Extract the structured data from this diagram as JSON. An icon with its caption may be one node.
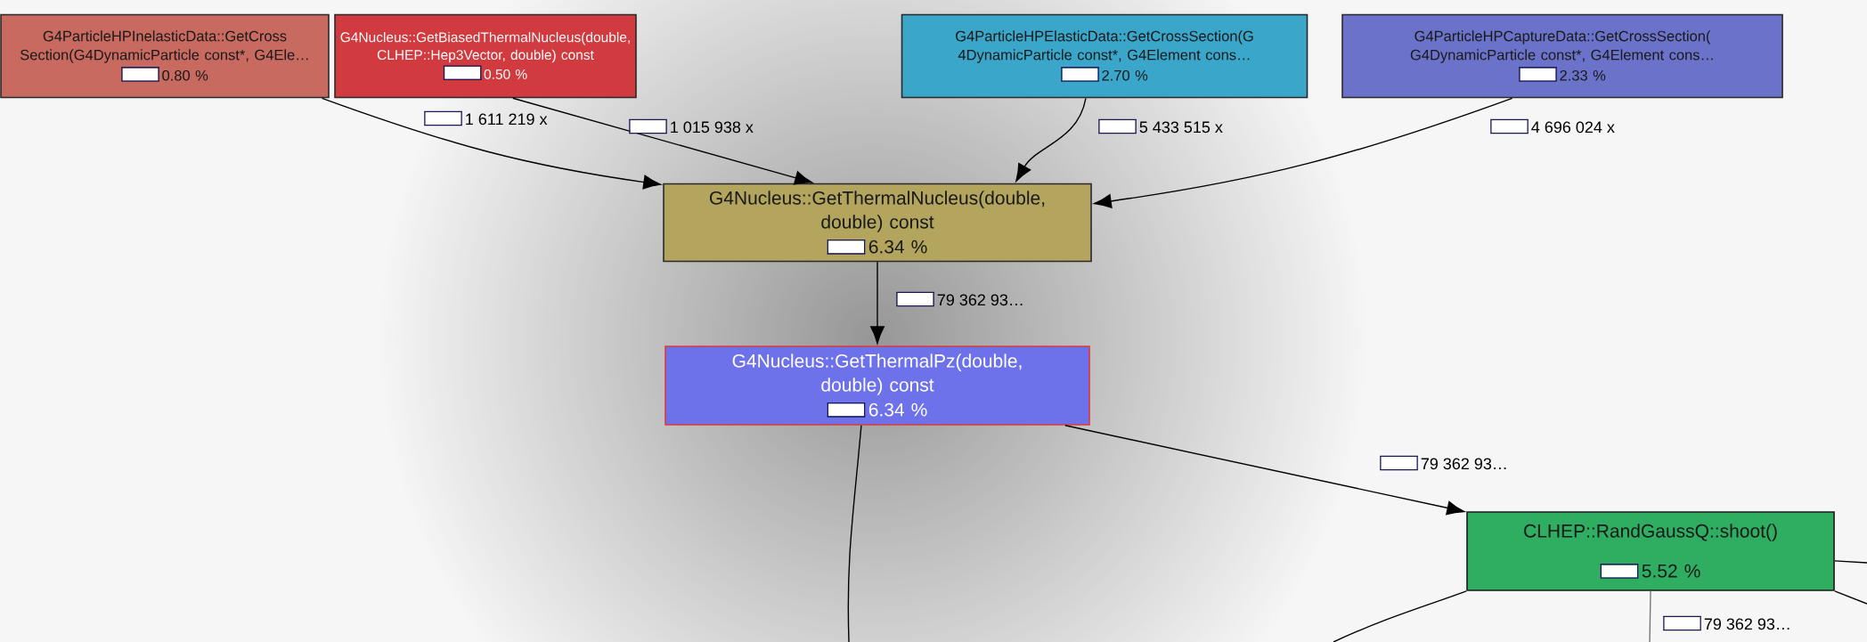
{
  "diagram": {
    "nodes": [
      {
        "text": [
          "G4ParticleHPInelasticData::GetCross Section(G4DynamicParticle const*, G4Ele…",
          "0.80 %"
        ]
      },
      {
        "text": [
          "G4Nucleus::GetBiasedThermalNucleus(double, CLHEP::Hep3Vector, double) const",
          "0.50 %"
        ]
      },
      {
        "text": [
          "G4ParticleHPElasticData::GetCrossSection(G 4DynamicParticle const*, G4Element cons…",
          "2.70 %"
        ]
      },
      {
        "text": [
          "G4ParticleHPCaptureData::GetCrossSection( G4DynamicParticle const*, G4Element cons…",
          "2.33 %"
        ]
      },
      {
        "text": [
          "G4Nucleus::GetThermalNucleus(double, double) const",
          "6.34 %"
        ]
      },
      {
        "text": [
          "G4Nucleus::GetThermalPz(double, double) const",
          "6.34 %"
        ]
      },
      {
        "text": [
          "CLHEP::RandGaussQ::shoot()",
          "5.52 %"
        ]
      }
    ],
    "edges": [
      {
        "from": 0,
        "to": 4,
        "arrow": "to",
        "label": "1 611 219 x"
      },
      {
        "from": 1,
        "to": 4,
        "arrow": "to",
        "label": "1 015 938 x"
      },
      {
        "from": 2,
        "to": 4,
        "arrow": "to",
        "label": "5 433 515 x"
      },
      {
        "from": 3,
        "to": 4,
        "arrow": "to",
        "label": "4 696 024 x"
      },
      {
        "from": 4,
        "to": 5,
        "arrow": "to",
        "label": "79 362 93…"
      },
      {
        "from": 5,
        "to": 6,
        "arrow": "to",
        "label": "79 362 93…"
      },
      {
        "from": 5,
        "to": null,
        "arrow": "none"
      },
      {
        "from": 6,
        "to": null,
        "arrow": "none"
      },
      {
        "from": 6,
        "to": null,
        "arrow": "none"
      },
      {
        "from": 6,
        "to": null,
        "arrow": "none",
        "label": "79 362 93…",
        "color": "#777777"
      },
      {
        "from": null,
        "to": 6,
        "arrow": "none"
      }
    ]
  }
}
